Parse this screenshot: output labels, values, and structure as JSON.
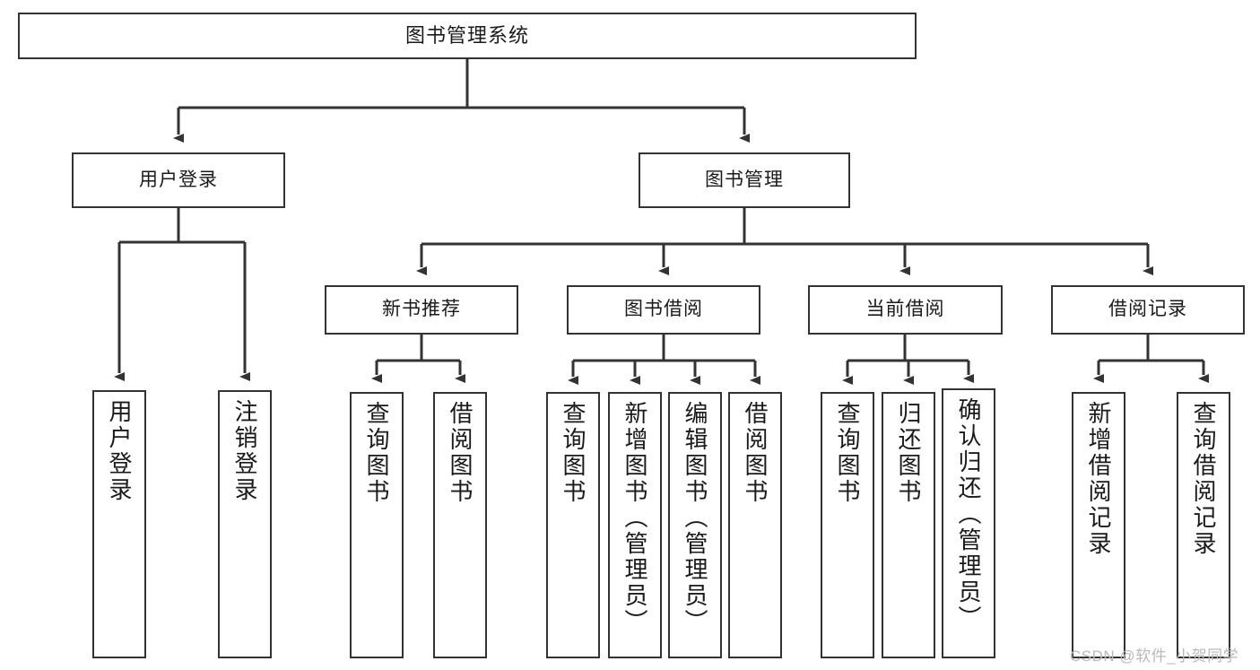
{
  "diagram": {
    "type": "tree-hierarchy-functional-decomposition",
    "root": {
      "label": "图书管理系统"
    },
    "level2": [
      {
        "label": "用户登录"
      },
      {
        "label": "图书管理"
      }
    ],
    "level3": [
      {
        "label": "新书推荐"
      },
      {
        "label": "图书借阅"
      },
      {
        "label": "当前借阅"
      },
      {
        "label": "借阅记录"
      }
    ],
    "leaves": {
      "user_login": [
        {
          "label": "用户登录"
        },
        {
          "label": "注销登录"
        }
      ],
      "new_book_recommend": [
        {
          "label": "查询图书"
        },
        {
          "label": "借阅图书"
        }
      ],
      "book_borrow": [
        {
          "label": "查询图书"
        },
        {
          "label": "新增图书（管理员）"
        },
        {
          "label": "编辑图书（管理员）"
        },
        {
          "label": "借阅图书"
        }
      ],
      "current_borrow": [
        {
          "label": "查询图书"
        },
        {
          "label": "归还图书"
        },
        {
          "label": "确认归还（管理员）"
        }
      ],
      "borrow_record": [
        {
          "label": "新增借阅记录"
        },
        {
          "label": "查询借阅记录"
        }
      ]
    }
  },
  "watermark": {
    "text": "CSDN @软件_小贺同学"
  },
  "colors": {
    "background": "#ffffff",
    "box_border": "#333333",
    "text": "#1a1a1a",
    "edge": "#333333",
    "watermark": "#b9b9b9"
  }
}
